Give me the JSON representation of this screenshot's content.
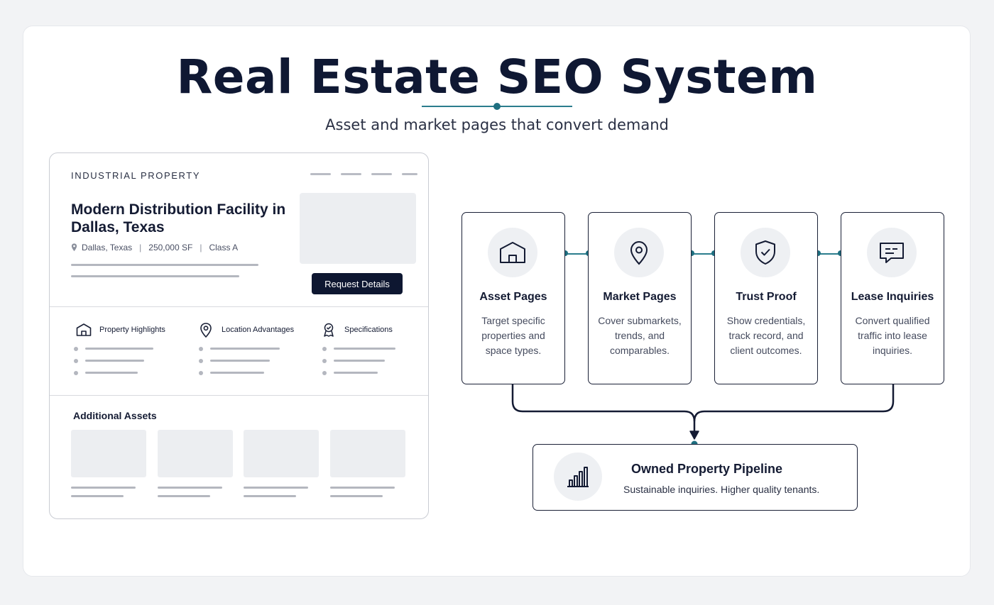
{
  "header": {
    "title": "Real Estate SEO System",
    "subtitle": "Asset and market pages that convert demand"
  },
  "property_mockup": {
    "eyebrow": "INDUSTRIAL PROPERTY",
    "title": "Modern Distribution Facility in Dallas, Texas",
    "meta": {
      "location": "Dallas, Texas",
      "size": "250,000 SF",
      "class": "Class A"
    },
    "cta_label": "Request Details",
    "features": [
      {
        "label": "Property Highlights",
        "icon": "warehouse-icon"
      },
      {
        "label": "Location Advantages",
        "icon": "map-pin-icon"
      },
      {
        "label": "Specifications",
        "icon": "award-badge-icon"
      }
    ],
    "additional_title": "Additional Assets"
  },
  "flow": {
    "stages": [
      {
        "title": "Asset Pages",
        "description": "Target specific properties and space types.",
        "icon": "warehouse-icon"
      },
      {
        "title": "Market Pages",
        "description": "Cover submarkets, trends, and comparables.",
        "icon": "map-pin-icon"
      },
      {
        "title": "Trust Proof",
        "description": "Show credentials, track record, and client outcomes.",
        "icon": "shield-check-icon"
      },
      {
        "title": "Lease Inquiries",
        "description": "Convert qualified traffic into lease inquiries.",
        "icon": "chat-message-icon"
      }
    ],
    "outcome": {
      "title": "Owned Property Pipeline",
      "description": "Sustainable inquiries. Higher quality tenants.",
      "icon": "bar-chart-icon"
    }
  },
  "colors": {
    "navy": "#0f1833",
    "teal_accent": "#2b7d8d",
    "placeholder_gray": "#eceef1"
  }
}
